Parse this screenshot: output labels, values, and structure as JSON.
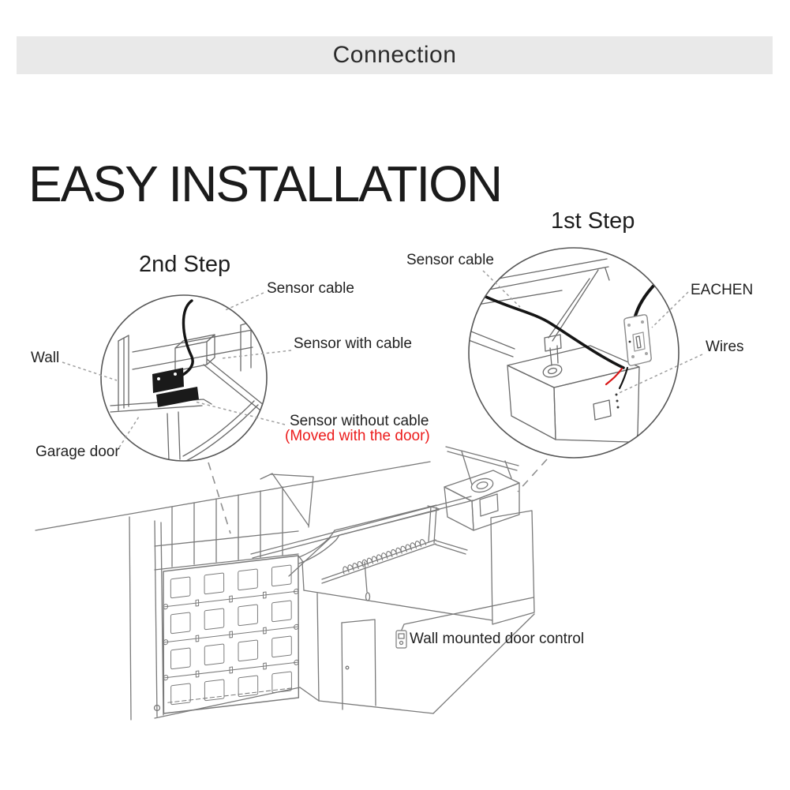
{
  "header": {
    "title": "Connection"
  },
  "page": {
    "heading": "EASY INSTALLATION"
  },
  "steps": {
    "step1": "1st Step",
    "step2": "2nd Step"
  },
  "labels": {
    "sensor_cable_step1": "Sensor cable",
    "sensor_cable_step2": "Sensor cable",
    "sensor_with_cable": "Sensor with cable",
    "sensor_without_cable": "Sensor without cable",
    "moved_with_door": "(Moved with the door)",
    "wall": "Wall",
    "garage_door": "Garage door",
    "eachen_device": "EACHEN",
    "wires": "Wires",
    "wall_control": "Wall mounted door control"
  },
  "colors": {
    "bar_background": "#e9e9e9",
    "text": "#222222",
    "accent_red": "#ec1c1c",
    "line_art": "#7a7a7a",
    "cable_black": "#151515"
  }
}
